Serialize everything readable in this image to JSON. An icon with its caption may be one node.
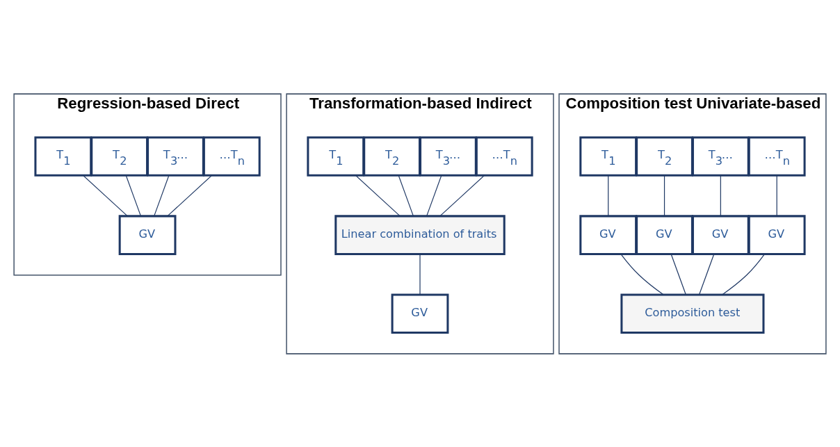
{
  "diagram": {
    "nodes": [
      {
        "text": [
          "Regression-based Direct"
        ]
      },
      {
        "text": [
          "T$_{1}$"
        ],
        "in": 0
      },
      {
        "text": [
          "T$_{2}$"
        ],
        "in": 0
      },
      {
        "text": [
          "T$_{3}$…"
        ],
        "in": 0
      },
      {
        "text": [
          "…T$_{n}$"
        ],
        "in": 0
      },
      {
        "text": [
          "GV"
        ],
        "in": 0
      },
      {
        "text": [
          "Transformation-based Indirect"
        ]
      },
      {
        "text": [
          "T$_{1}$"
        ],
        "in": 6
      },
      {
        "text": [
          "T$_{2}$"
        ],
        "in": 6
      },
      {
        "text": [
          "T$_{3}$…"
        ],
        "in": 6
      },
      {
        "text": [
          "…T$_{n}$"
        ],
        "in": 6
      },
      {
        "text": [
          "Linear combination of traits"
        ],
        "in": 6
      },
      {
        "text": [
          "GV"
        ],
        "in": 6
      },
      {
        "text": [
          "Composition test Univariate-based"
        ]
      },
      {
        "text": [
          "T$_{1}$"
        ],
        "in": 13
      },
      {
        "text": [
          "T$_{2}$"
        ],
        "in": 13
      },
      {
        "text": [
          "T$_{3}$…"
        ],
        "in": 13
      },
      {
        "text": [
          "…T$_{n}$"
        ],
        "in": 13
      },
      {
        "text": [
          "GV"
        ],
        "in": 13
      },
      {
        "text": [
          "GV"
        ],
        "in": 13
      },
      {
        "text": [
          "GV"
        ],
        "in": 13
      },
      {
        "text": [
          "GV"
        ],
        "in": 13
      },
      {
        "text": [
          "Composition test"
        ],
        "in": 13
      }
    ],
    "edges": [
      {
        "from": 1,
        "to": 5,
        "arrow": "none"
      },
      {
        "from": 2,
        "to": 5,
        "arrow": "none"
      },
      {
        "from": 3,
        "to": 5,
        "arrow": "none"
      },
      {
        "from": 4,
        "to": 5,
        "arrow": "none"
      },
      {
        "from": 7,
        "to": 11,
        "arrow": "none"
      },
      {
        "from": 8,
        "to": 11,
        "arrow": "none"
      },
      {
        "from": 9,
        "to": 11,
        "arrow": "none"
      },
      {
        "from": 10,
        "to": 11,
        "arrow": "none"
      },
      {
        "from": 11,
        "to": 12,
        "arrow": "none"
      },
      {
        "from": 14,
        "to": 18,
        "arrow": "none"
      },
      {
        "from": 15,
        "to": 19,
        "arrow": "none"
      },
      {
        "from": 16,
        "to": 20,
        "arrow": "none"
      },
      {
        "from": 17,
        "to": 21,
        "arrow": "none"
      },
      {
        "from": 18,
        "to": 22,
        "arrow": "none"
      },
      {
        "from": 19,
        "to": 22,
        "arrow": "none"
      },
      {
        "from": 20,
        "to": 22,
        "arrow": "none"
      },
      {
        "from": 21,
        "to": 22,
        "arrow": "none"
      }
    ]
  }
}
